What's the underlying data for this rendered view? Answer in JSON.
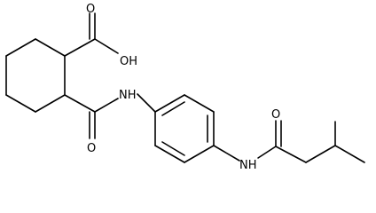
{
  "diagram": {
    "type": "chemical-structure",
    "atom_labels": {
      "acid_oxygen": "O",
      "acid_hydroxyl": "OH",
      "amide1_oxygen": "O",
      "amide1_nh": "NH",
      "amide2_nh": "NH",
      "amide2_oxygen": "O"
    },
    "colors": {
      "bond": "#000000",
      "label": "#000000",
      "background": "#ffffff"
    }
  }
}
